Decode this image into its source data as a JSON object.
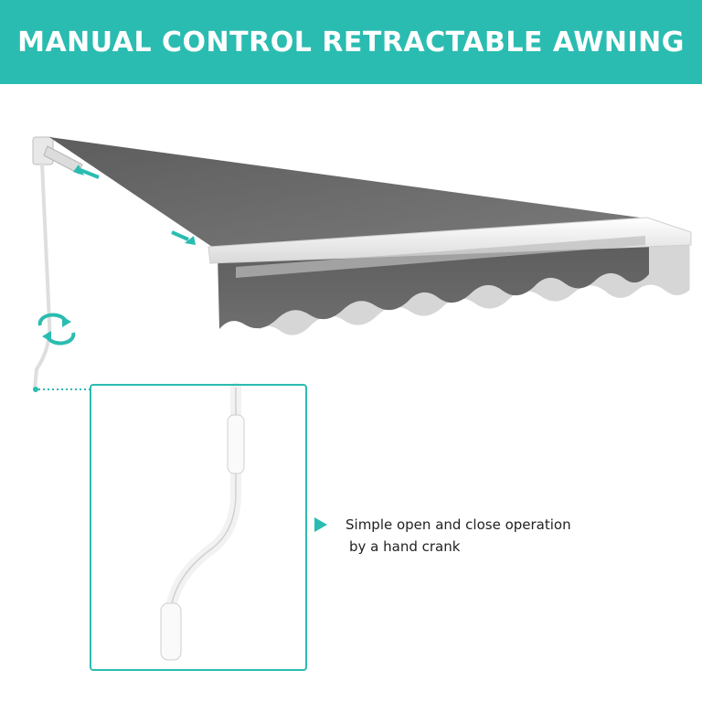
{
  "banner": {
    "title": "MANUAL CONTROL RETRACTABLE AWNING",
    "background": "#2bbcb1"
  },
  "caption": {
    "line1": "Simple open and close operation",
    "line2": "by a hand crank",
    "arrow_icon": "play-triangle-icon"
  },
  "colors": {
    "accent": "#2bbcb1",
    "fabric": "#6b6b6b",
    "frame": "#ffffff"
  }
}
